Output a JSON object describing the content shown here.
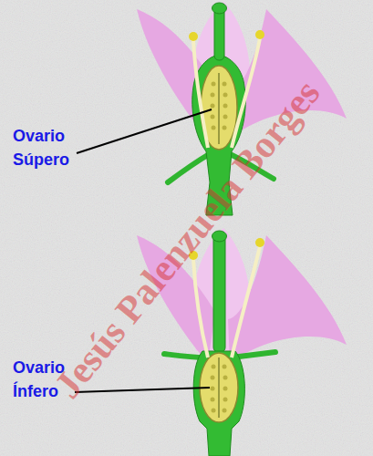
{
  "diagram": {
    "labels": [
      "Ovario Súpero",
      "Ovario Ínfero",
      "Jesús Palenzuela Borges"
    ]
  }
}
